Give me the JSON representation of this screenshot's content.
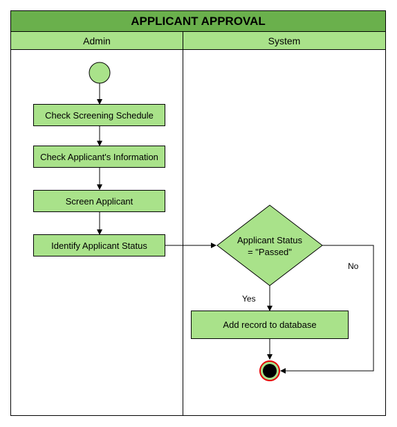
{
  "title": "APPLICANT APPROVAL",
  "lanes": [
    {
      "label": "Admin"
    },
    {
      "label": "System"
    }
  ],
  "activities": {
    "check_schedule": "Check Screening Schedule",
    "check_info": "Check Applicant's Information",
    "screen": "Screen Applicant",
    "identify": "Identify Applicant Status",
    "add_record": "Add record to database"
  },
  "decision": {
    "line1": "Applicant Status",
    "line2": "= \"Passed\"",
    "yes_label": "Yes",
    "no_label": "No"
  },
  "colors": {
    "title_fill": "#6ab04c",
    "lane_fill": "#a9e28a",
    "node_fill": "#a9e28a",
    "end_ring": "#e60000",
    "line": "#000000"
  }
}
